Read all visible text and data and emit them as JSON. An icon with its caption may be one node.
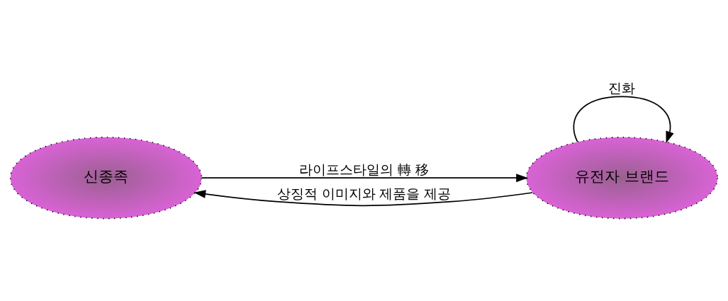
{
  "diagram": {
    "nodes": [
      {
        "text": [
          "신종족"
        ]
      },
      {
        "text": [
          "유전자 브랜드"
        ]
      }
    ],
    "edges": [
      {
        "from": 0,
        "to": 1,
        "arrow": "to",
        "label": "라이프스타일의 轉 移"
      },
      {
        "from": 1,
        "to": 0,
        "arrow": "to",
        "label": "상징적 이미지와 제품을 제공"
      },
      {
        "from": 1,
        "to": 1,
        "arrow": "to",
        "label": "진화"
      }
    ]
  }
}
